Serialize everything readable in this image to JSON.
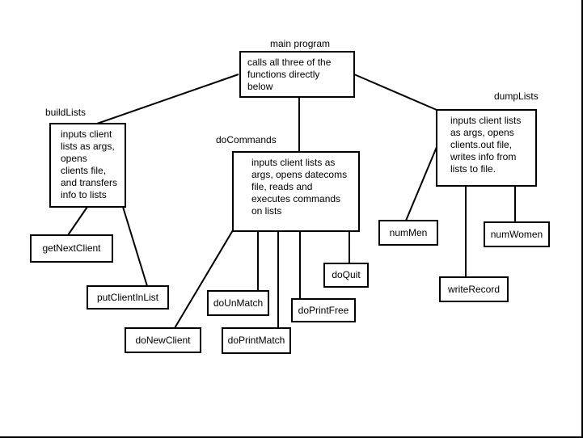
{
  "diagram": {
    "labels": {
      "main_program": "main program",
      "build_lists": "buildLists",
      "do_commands": "doCommands",
      "dump_lists": "dumpLists"
    },
    "boxes": {
      "main": "calls all three of the\nfunctions directly\nbelow",
      "build_lists": "inputs client\nlists as args,\nopens\nclients file,\nand transfers\ninfo to lists",
      "do_commands": "inputs client lists as\nargs, opens datecoms\nfile, reads and\nexecutes commands\non lists",
      "dump_lists": "inputs client lists\nas args, opens\nclients.out file,\nwrites info from\nlists to file.",
      "get_next_client": "getNextClient",
      "put_client_in_list": "putClientInList",
      "do_new_client": "doNewClient",
      "do_un_match": "doUnMatch",
      "do_print_match": "doPrintMatch",
      "do_print_free": "doPrintFree",
      "do_quit": "doQuit",
      "num_men": "numMen",
      "num_women": "numWomen",
      "write_record": "writeRecord"
    }
  }
}
